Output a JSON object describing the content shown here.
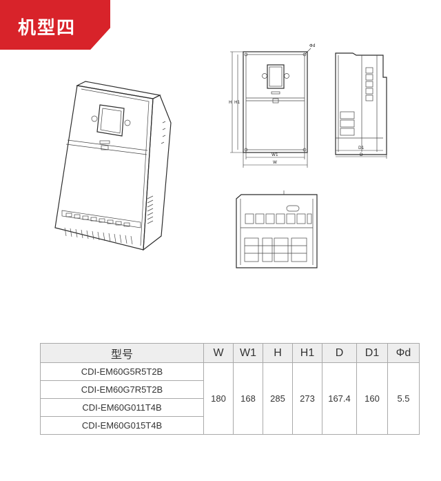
{
  "title": "机型四",
  "colors": {
    "banner": "#d8232a"
  },
  "drawing_labels": {
    "phi_d": "Φd",
    "H": "H",
    "H1": "H1",
    "W1": "W1",
    "W": "W",
    "D1": "D1",
    "D": "D"
  },
  "table": {
    "headers": [
      "型号",
      "W",
      "W1",
      "H",
      "H1",
      "D",
      "D1",
      "Φd"
    ],
    "models": [
      "CDI-EM60G5R5T2B",
      "CDI-EM60G7R5T2B",
      "CDI-EM60G011T4B",
      "CDI-EM60G015T4B"
    ],
    "values": [
      "180",
      "168",
      "285",
      "273",
      "167.4",
      "160",
      "5.5"
    ]
  }
}
